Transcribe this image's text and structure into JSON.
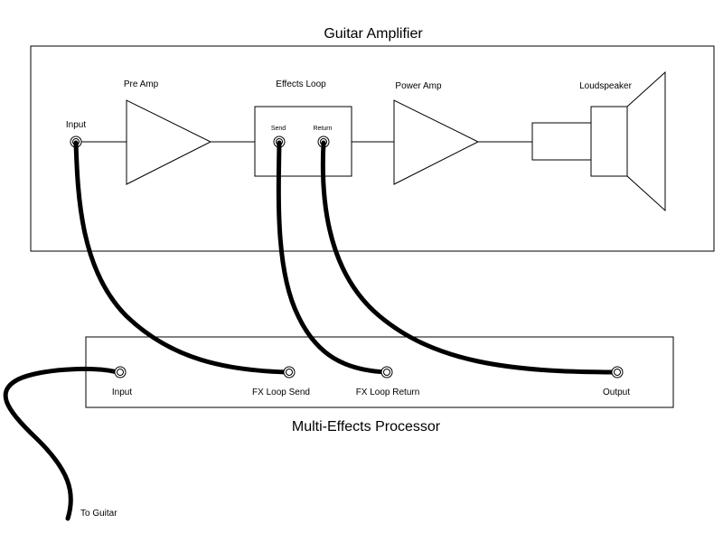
{
  "amplifier": {
    "title": "Guitar Amplifier",
    "input_label": "Input",
    "preamp_label": "Pre Amp",
    "effects_loop": {
      "label": "Effects Loop",
      "send_label": "Send",
      "return_label": "Return"
    },
    "power_amp_label": "Power Amp",
    "loudspeaker_label": "Loudspeaker"
  },
  "processor": {
    "title": "Multi-Effects Processor",
    "input_label": "Input",
    "fx_send_label": "FX Loop Send",
    "fx_return_label": "FX Loop Return",
    "output_label": "Output"
  },
  "guitar_label": "To Guitar"
}
